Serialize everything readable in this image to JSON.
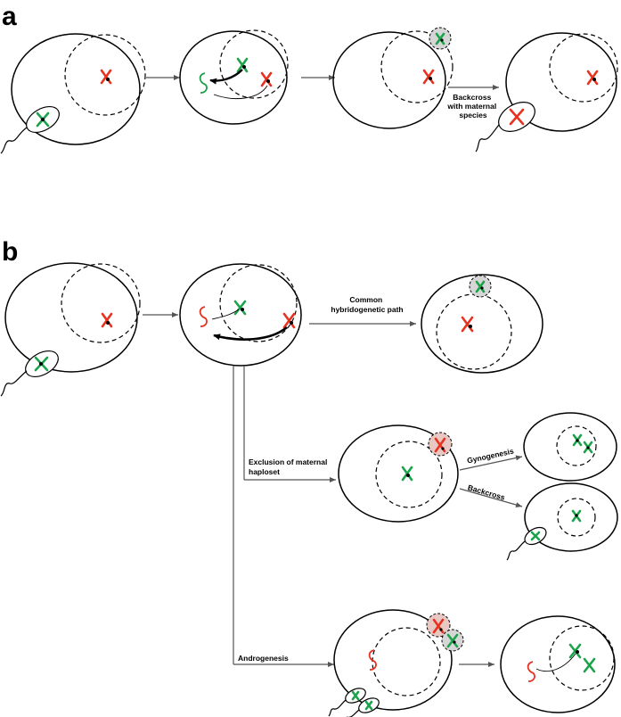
{
  "panels": {
    "a": {
      "letter": "a"
    },
    "b": {
      "letter": "b"
    }
  },
  "labels": {
    "backcross_maternal": [
      "Backcross",
      "with maternal",
      "species"
    ],
    "common_path": [
      "Common",
      "hybridogenetic path"
    ],
    "exclusion": [
      "Exclusion of maternal",
      "haploset"
    ],
    "gynogenesis": "Gynogenesis",
    "backcross": "Backcross",
    "androgenesis": "Androgenesis"
  },
  "colors": {
    "maternal_red": "#e8321f",
    "paternal_green": "#1aa34a",
    "polar_body_gray": "#d6d6d6",
    "arrow_gray": "#555555"
  }
}
